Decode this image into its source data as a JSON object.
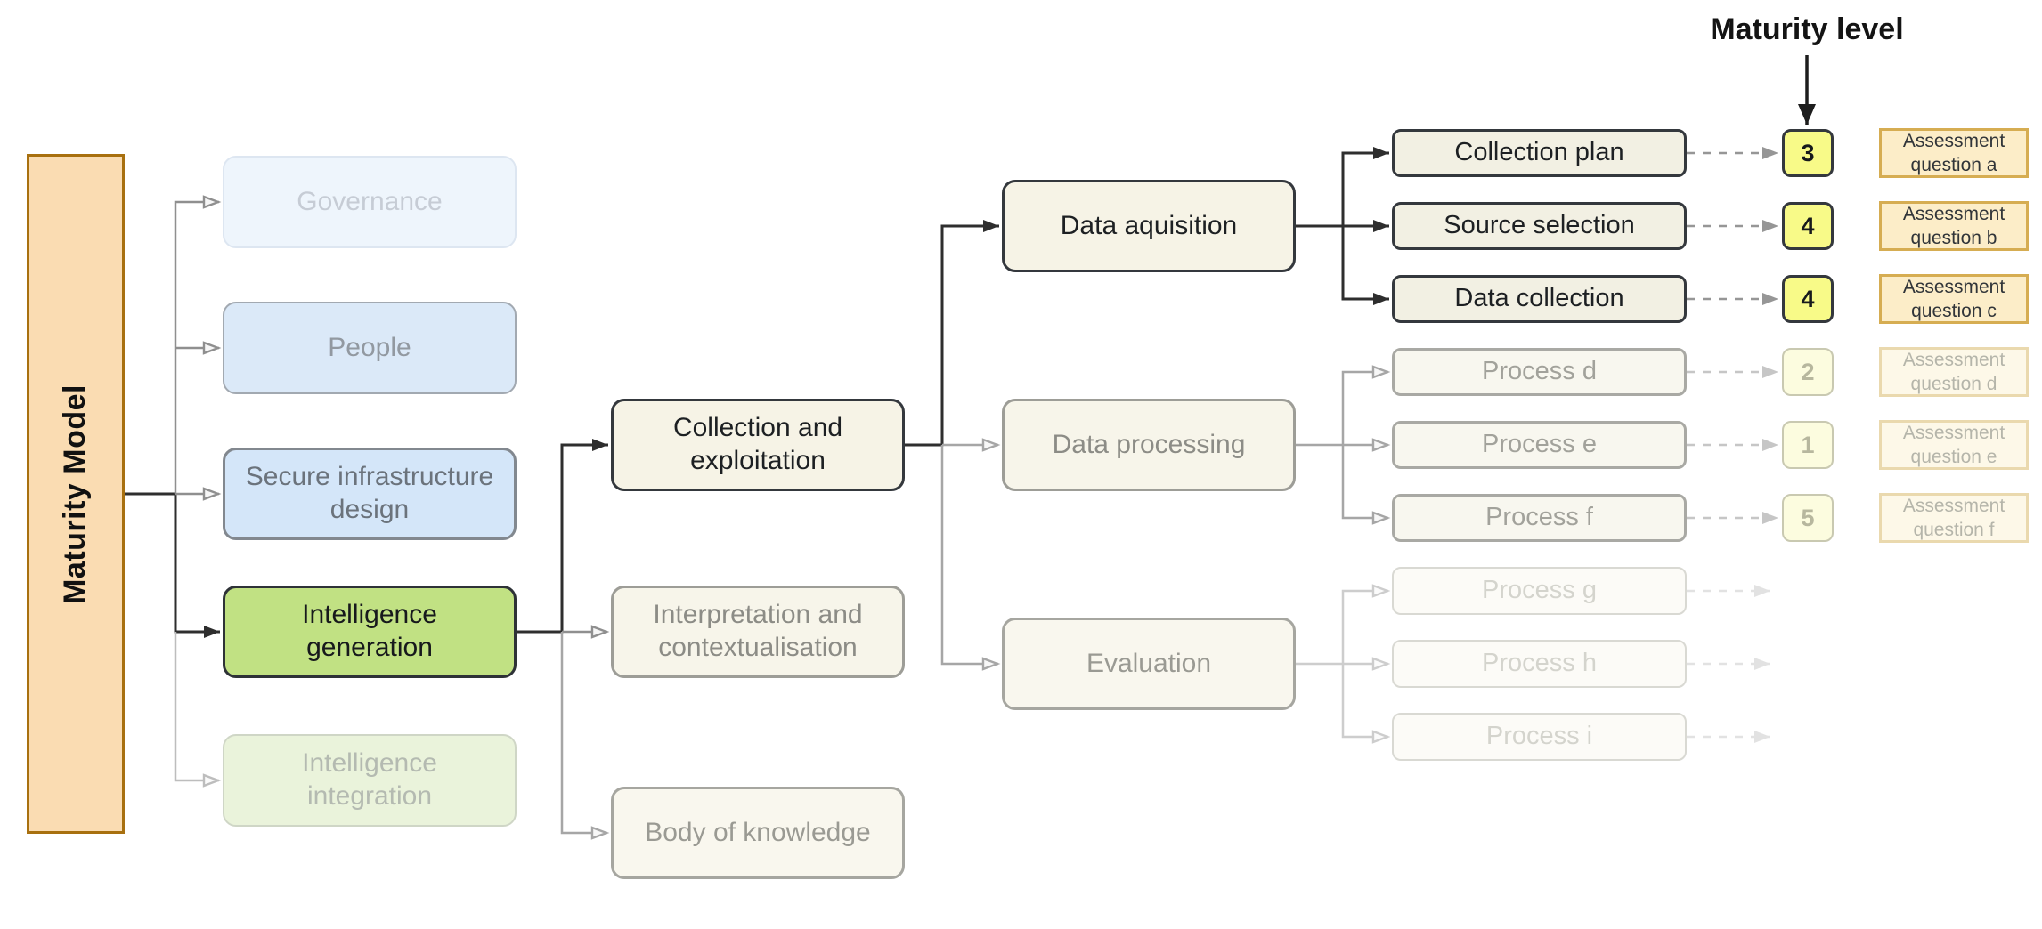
{
  "root": {
    "label": "Maturity Model"
  },
  "annotation": {
    "maturity_level_label": "Maturity level"
  },
  "domains": [
    {
      "label": "Governance"
    },
    {
      "label": "People"
    },
    {
      "label": "Secure infrastructure\ndesign"
    },
    {
      "label": "Intelligence\ngeneration"
    },
    {
      "label": "Intelligence\nintegration"
    }
  ],
  "capabilities": [
    {
      "label": "Collection and\nexploitation"
    },
    {
      "label": "Interpretation and\ncontextualisation"
    },
    {
      "label": "Body of knowledge"
    }
  ],
  "functions": [
    {
      "label": "Data aquisition"
    },
    {
      "label": "Data processing"
    },
    {
      "label": "Evaluation"
    }
  ],
  "processes": [
    {
      "label": "Collection plan",
      "maturity_level": "3",
      "assessment_question": "Assessment\nquestion a"
    },
    {
      "label": "Source selection",
      "maturity_level": "4",
      "assessment_question": "Assessment\nquestion b"
    },
    {
      "label": "Data collection",
      "maturity_level": "4",
      "assessment_question": "Assessment\nquestion c"
    },
    {
      "label": "Process d",
      "maturity_level": "2",
      "assessment_question": "Assessment\nquestion d"
    },
    {
      "label": "Process e",
      "maturity_level": "1",
      "assessment_question": "Assessment\nquestion e"
    },
    {
      "label": "Process f",
      "maturity_level": "5",
      "assessment_question": "Assessment\nquestion f"
    },
    {
      "label": "Process g"
    },
    {
      "label": "Process h"
    },
    {
      "label": "Process i"
    }
  ],
  "palette": {
    "root_fill": "#fadcb2",
    "root_border": "#a8700f",
    "active_green_fill": "#c1e183",
    "blue_fill": "#d4e6f9",
    "cream_fill": "#f6f3e6",
    "yellow_fill": "#f8fa88",
    "assessment_fill": "#fcedc8",
    "assessment_border": "#d6ad52",
    "line_black": "#2e2e2e",
    "line_gray": "#8f8f8f"
  }
}
